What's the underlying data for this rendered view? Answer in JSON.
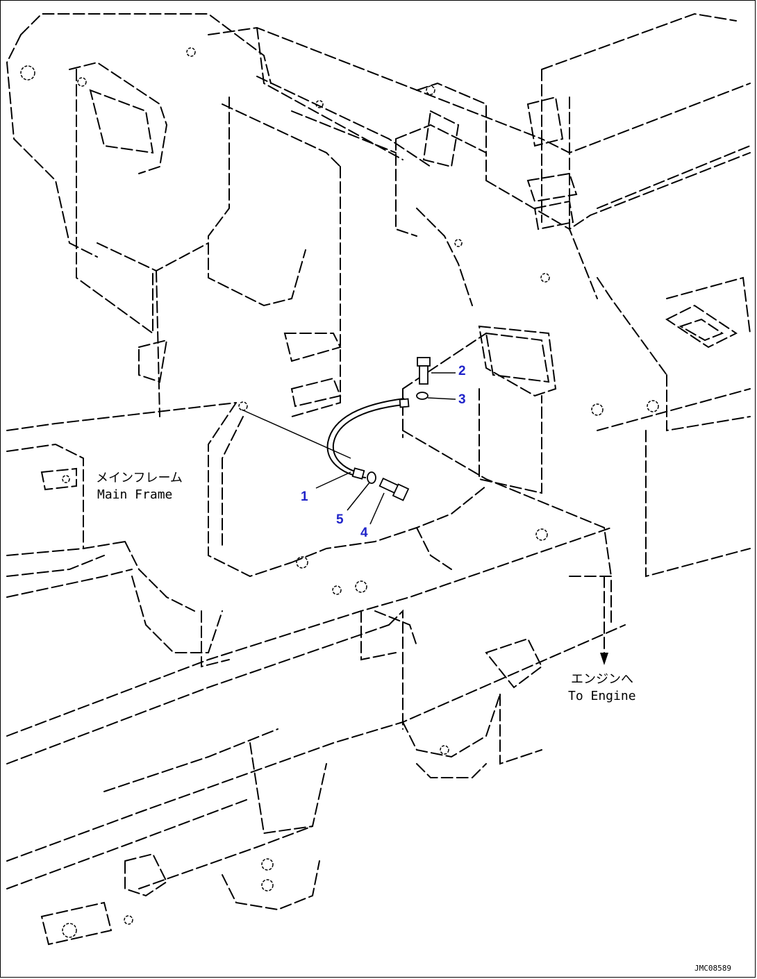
{
  "callouts": {
    "c1": "1",
    "c2": "2",
    "c3": "3",
    "c4": "4",
    "c5": "5"
  },
  "labels": {
    "main_frame_jp": "メインフレーム",
    "main_frame_en": "Main Frame",
    "to_engine_jp": "エンジンへ",
    "to_engine_en": "To Engine"
  },
  "drawing_code": "JMC08589",
  "colors": {
    "callout": "#1f23c9",
    "line": "#000000",
    "background": "#ffffff"
  }
}
